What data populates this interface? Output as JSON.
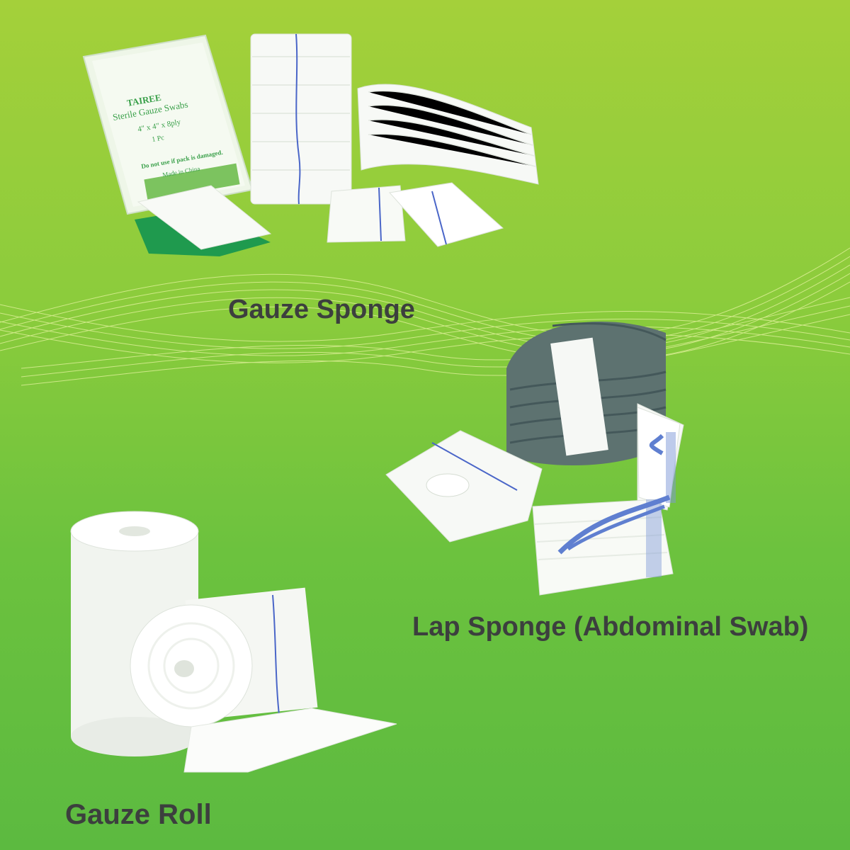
{
  "background": {
    "gradient_top": "#a4d03a",
    "gradient_bottom": "#5cba40",
    "wave_color": "#e6f3a0"
  },
  "products": [
    {
      "label": "Gauze Sponge",
      "icon": "gauze-sponge-photo",
      "package_text": {
        "brand": "TAIREE",
        "name": "Sterile Gauze Swabs",
        "size": "4\" x 4\" x 8ply",
        "count": "1 Pc",
        "warning": "Do not use if pack is damaged.",
        "origin": "Made in China"
      }
    },
    {
      "label": "Lap Sponge (Abdominal Swab)",
      "icon": "lap-sponge-photo"
    },
    {
      "label": "Gauze Roll",
      "icon": "gauze-roll-photo"
    }
  ],
  "colors": {
    "label_text": "#3c3f3e",
    "gauze_white": "#f6f8f5",
    "xray_blue": "#4a66c8",
    "green_towel": "#1f9a4e",
    "lap_grey": "#5d7270",
    "loop_blue": "#5f7fd0"
  }
}
